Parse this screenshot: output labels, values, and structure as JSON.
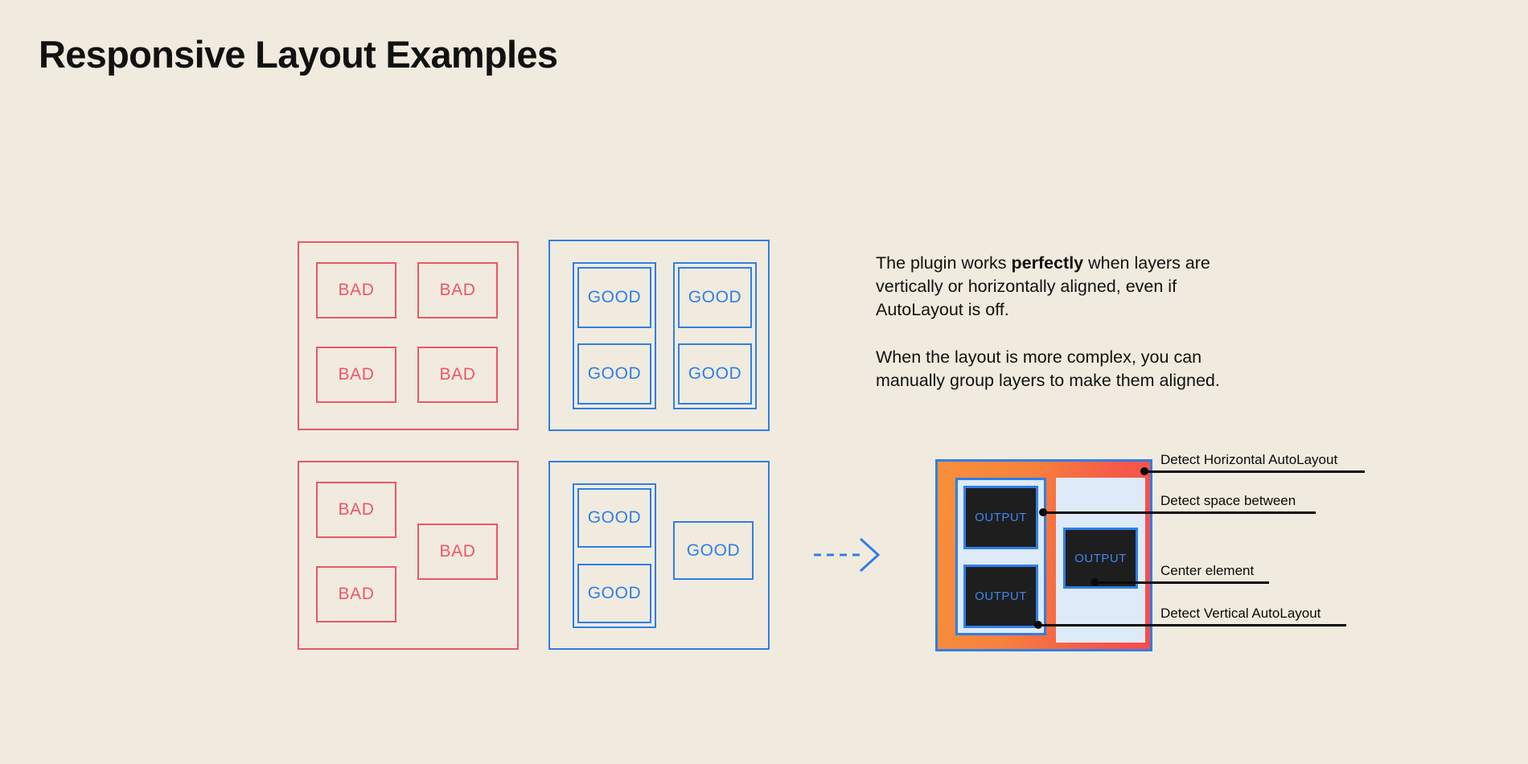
{
  "page": {
    "title": "Responsive Layout Examples",
    "background_color": "#F0EBDE",
    "bad_color": "#EE5569",
    "good_color": "#2F7EE8",
    "text_color": "#111111"
  },
  "examples": {
    "bad_label": "BAD",
    "good_label": "GOOD",
    "bad_grid_top": {
      "cells": [
        "BAD",
        "BAD",
        "BAD",
        "BAD"
      ]
    },
    "good_grid_top": {
      "cells": [
        "GOOD",
        "GOOD",
        "GOOD",
        "GOOD"
      ]
    },
    "bad_grid_bottom": {
      "cells": [
        "BAD",
        "BAD",
        "BAD"
      ]
    },
    "good_grid_bottom": {
      "cells": [
        "GOOD",
        "GOOD",
        "GOOD"
      ]
    }
  },
  "copy": {
    "paragraph_1_part_1": "The plugin works ",
    "paragraph_1_bold": "perfectly",
    "paragraph_1_part_2": " when layers are vertically or horizontally aligned, even if AutoLayout is off.",
    "paragraph_2": "When the layout is more complex, you can manually group layers to make them aligned."
  },
  "arrow": {
    "icon": "dashed-arrow-right-icon",
    "color": "#2F7EE8"
  },
  "mockup": {
    "output_label": "OUTPUT",
    "outputs": [
      "OUTPUT",
      "OUTPUT",
      "OUTPUT"
    ],
    "gradient_from": "#F7903A",
    "gradient_to": "#F84A4A",
    "border_color": "#2F7EE8",
    "panel_fill": "#DDEAF8",
    "box_fill": "#1E1E1E",
    "box_text_color": "#3F86F0"
  },
  "annotations": [
    {
      "label": "Detect Horizontal AutoLayout"
    },
    {
      "label": "Detect space between"
    },
    {
      "label": "Center element"
    },
    {
      "label": "Detect Vertical AutoLayout"
    }
  ]
}
